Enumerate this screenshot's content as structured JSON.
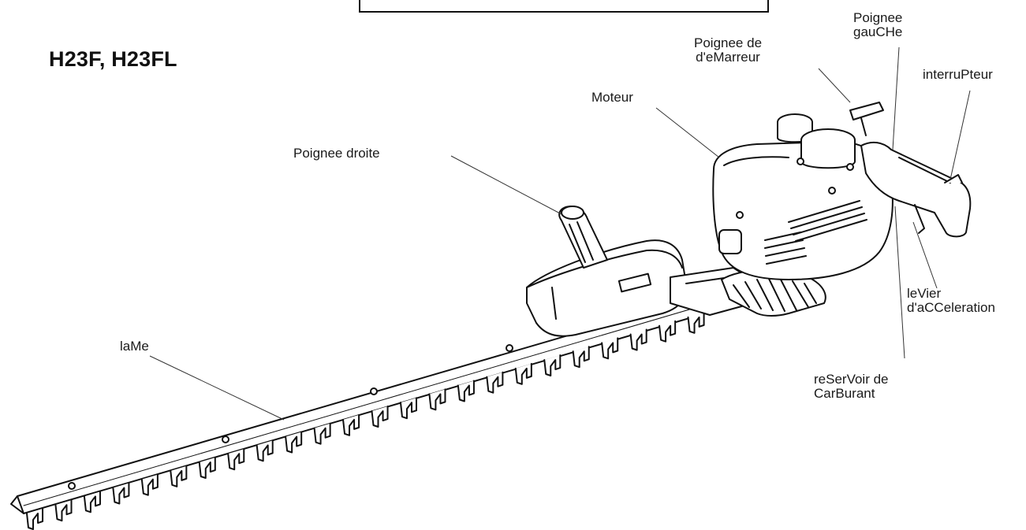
{
  "title": "H23F, H23FL",
  "labels": {
    "poignee_gauche": [
      "Poignee",
      "gauCHe"
    ],
    "poignee_demarreur": [
      "Poignee de",
      "d'eMarreur"
    ],
    "interrupteur": [
      "interruPteur"
    ],
    "moteur": [
      "Moteur"
    ],
    "poignee_droite": [
      "Poignee droite"
    ],
    "lame": [
      "laMe"
    ],
    "levier": [
      "leVier",
      "d'aCCeleration"
    ],
    "reservoir": [
      "reSerVoir de",
      "CarBurant"
    ]
  },
  "colors": {
    "ink": "#111111",
    "background": "#ffffff"
  }
}
